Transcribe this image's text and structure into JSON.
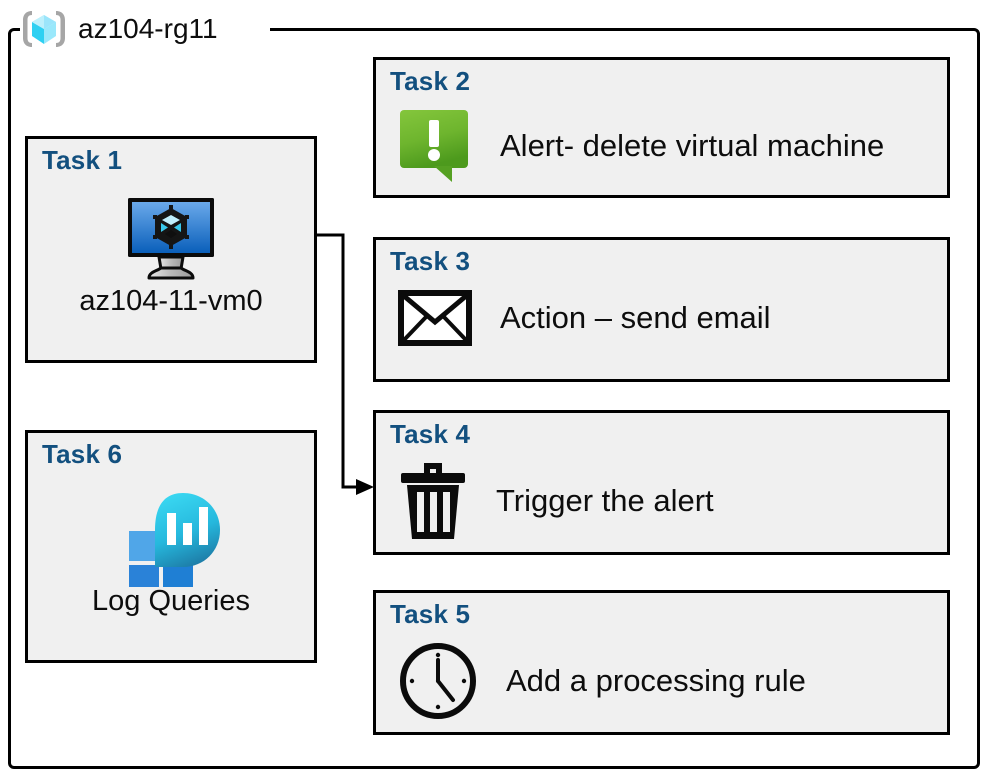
{
  "resource_group": {
    "icon": "resource-group-cube-icon",
    "title": "az104-rg11",
    "border_color": "#000000"
  },
  "colors": {
    "task_heading": "#13507f",
    "card_fill": "#f0f0f0",
    "card_border": "#000000",
    "alert_green_light": "#7ac143",
    "alert_green_dark": "#4f9a20",
    "vm_blue_light": "#5a9fe8",
    "vm_blue_dark": "#0a61ba",
    "log_cyan": "#32d1ef",
    "log_teal": "#1f80a8",
    "log_square_light": "#50a6e8",
    "log_square_dark": "#1f7fd4",
    "rg_cube_cyan": "#7de8fb",
    "rg_bracket_gray": "#a6a6a6",
    "connector": "#000000"
  },
  "cards": {
    "task1": {
      "title": "Task 1",
      "icon": "virtual-machine-icon",
      "caption": "az104-11-vm0"
    },
    "task2": {
      "title": "Task 2",
      "icon": "alert-exclamation-bubble-icon",
      "label": "Alert- delete virtual machine"
    },
    "task3": {
      "title": "Task 3",
      "icon": "envelope-icon",
      "label": "Action – send email"
    },
    "task4": {
      "title": "Task 4",
      "icon": "trash-bin-icon",
      "label": "Trigger the alert"
    },
    "task5": {
      "title": "Task 5",
      "icon": "clock-icon",
      "label": "Add a processing rule"
    },
    "task6": {
      "title": "Task 6",
      "icon": "log-analytics-icon",
      "caption": "Log Queries"
    }
  },
  "connector": {
    "name": "vm-to-task4-arrow",
    "from": "task1.virtual-machine-icon",
    "to": "task4",
    "arrow_head": "right"
  }
}
